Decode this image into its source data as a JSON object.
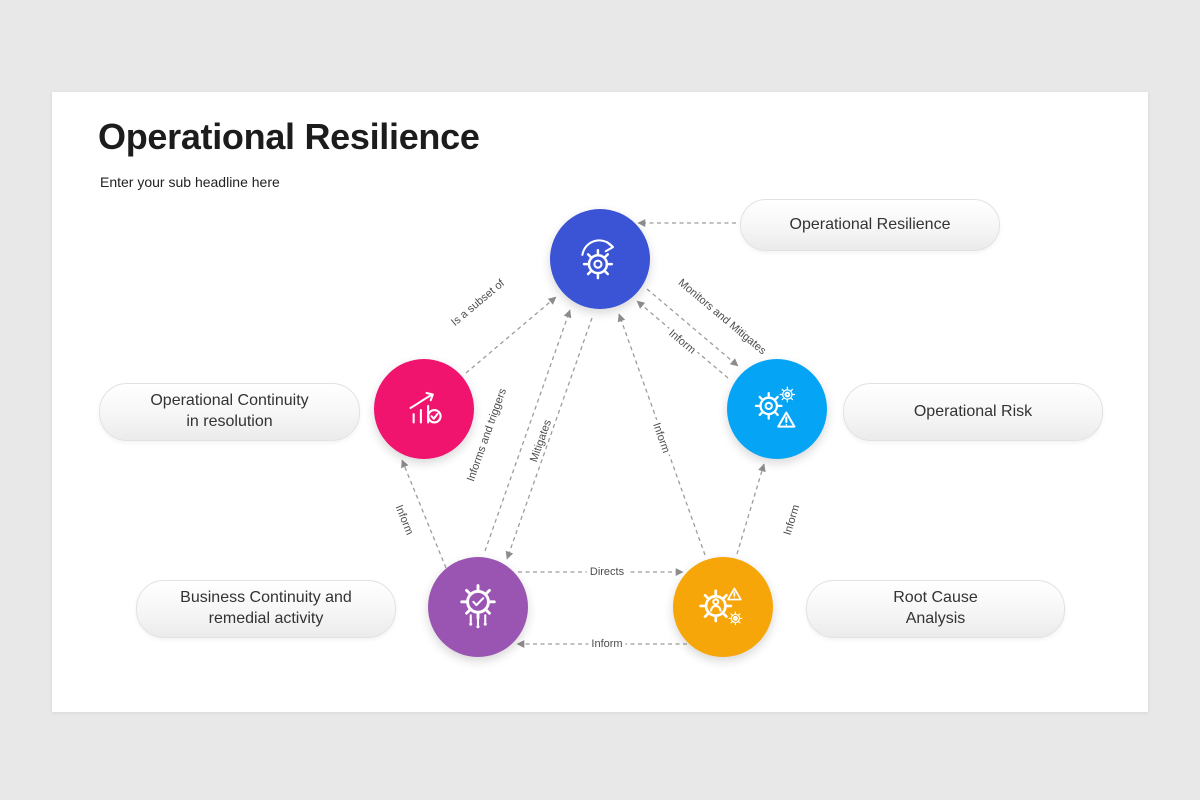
{
  "header": {
    "title": "Operational Resilience",
    "subtitle": "Enter your sub headline here"
  },
  "pills": [
    {
      "label": "Operational Resilience"
    },
    {
      "label": "Operational Continuity\nin resolution"
    },
    {
      "label": "Operational Risk"
    },
    {
      "label": "Business Continuity and\nremedial activity"
    },
    {
      "label": "Root Cause\nAnalysis"
    }
  ],
  "nodes": [
    {
      "name": "operational-resilience",
      "color": "#3b54d6",
      "icon": "process-gear-icon"
    },
    {
      "name": "operational-continuity-in-resolution",
      "color": "#f0146e",
      "icon": "growth-chart-icon"
    },
    {
      "name": "operational-risk",
      "color": "#06a4f4",
      "icon": "gears-warning-icon"
    },
    {
      "name": "business-continuity-remedial-activity",
      "color": "#9a55b3",
      "icon": "gear-check-circuit-icon"
    },
    {
      "name": "root-cause-analysis",
      "color": "#f7a60a",
      "icon": "team-risk-gear-icon"
    }
  ],
  "edges": {
    "subset": "Is a subset of",
    "monitors": "Monitors and Mitigates",
    "inform_top": "Inform",
    "informs_triggers": "Informs and triggers",
    "mitigates": "Mitigates",
    "inform_center": "Inform",
    "inform_left": "Inform",
    "inform_right": "Inform",
    "directs": "Directs",
    "inform_bottom": "Inform"
  },
  "canvas": {
    "background": "#e9e8e8",
    "slide_background": "#ffffff",
    "connector_color": "#9d9d9d"
  }
}
